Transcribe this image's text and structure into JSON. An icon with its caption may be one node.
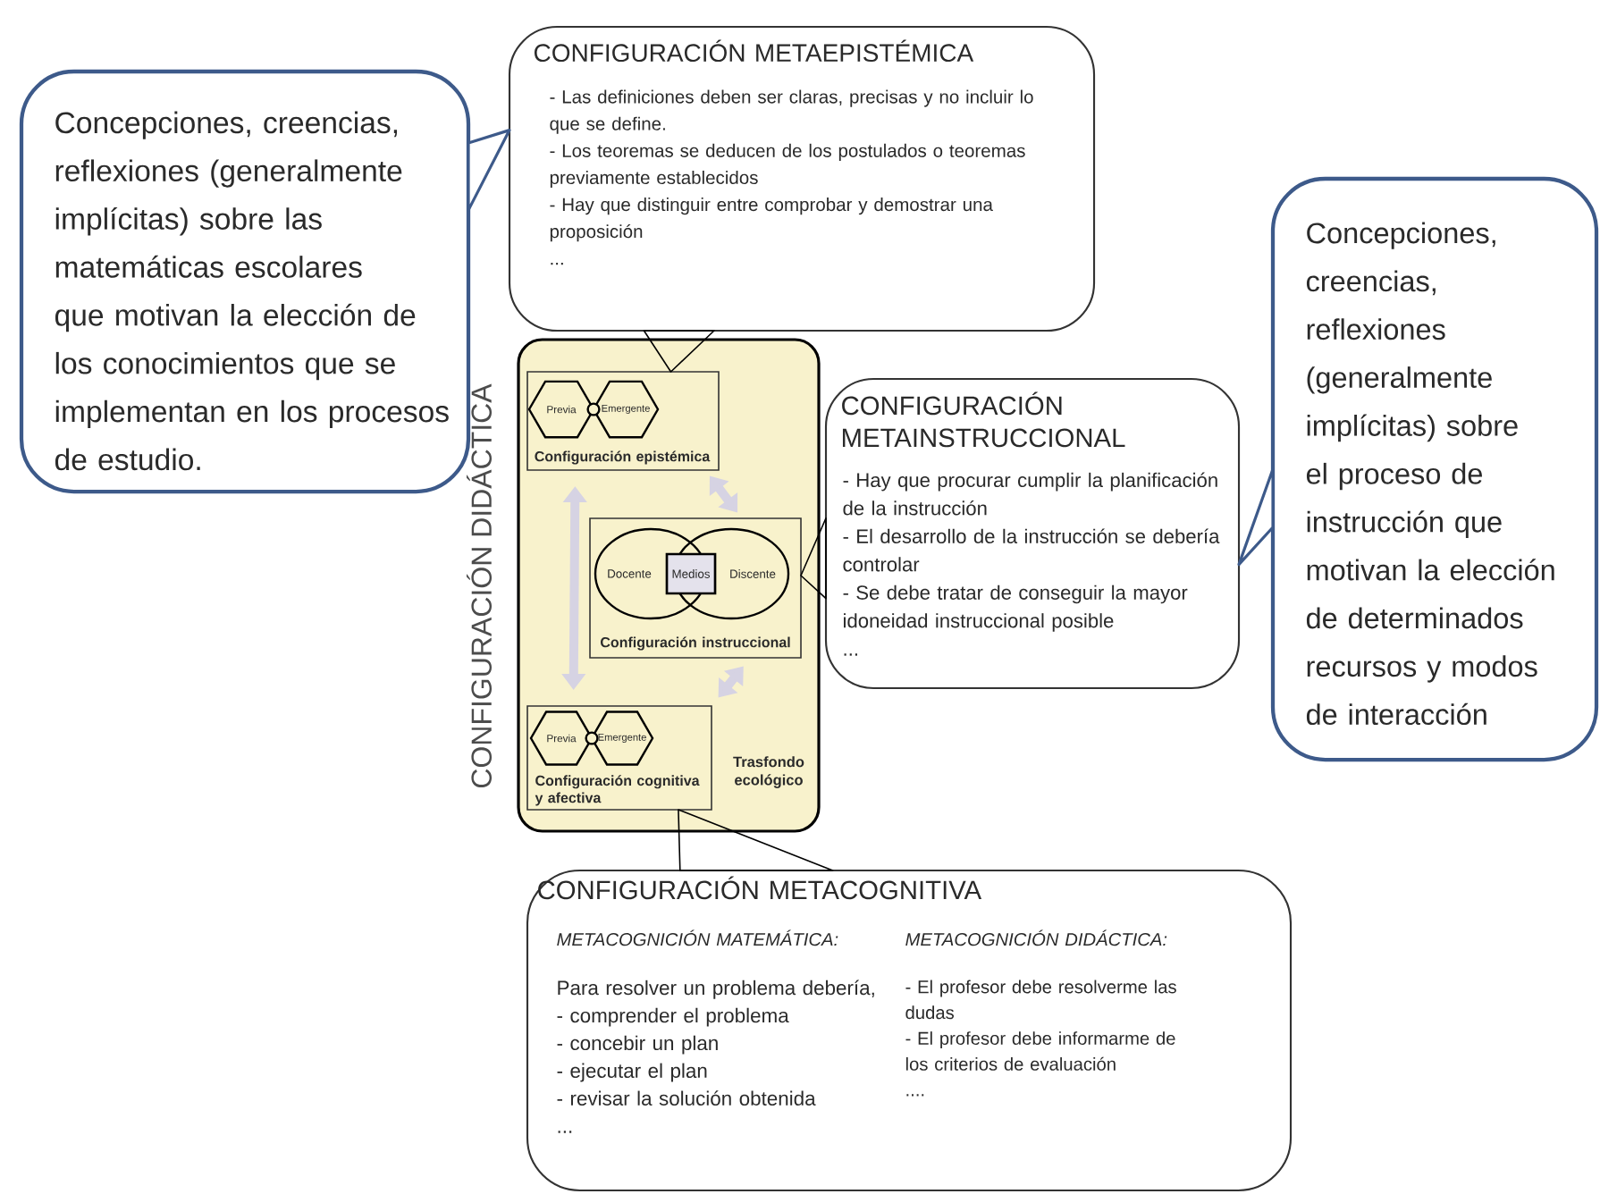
{
  "diagram": {
    "nodes": [
      {
        "text": [
          "Concepciones, creencias, reflexiones (generalmente implícitas) sobre las matemáticas escolares que motivan la elección de los conocimientos que se implementan en los procesos de estudio."
        ]
      },
      {
        "text": [
          "CONFIGURACIÓN METAEPISTÉMICA",
          "- Las definiciones deben ser claras, precisas y no incluir lo que se define.",
          "- Los teoremas se deducen de los postulados o teoremas previamente establecidos",
          "- Hay que distinguir entre comprobar y demostrar una proposición",
          "..."
        ]
      },
      {
        "text": [
          "Concepciones, creencias, reflexiones (generalmente implícitas) sobre el proceso de instrucción que motivan la elección de determinados recursos y modos de interacción"
        ]
      },
      {
        "text": [
          "CONFIGURACIÓN DIDÁCTICA",
          "Trasfondo ecológico"
        ]
      },
      {
        "text": [
          "Configuración epistémica"
        ],
        "in": 3
      },
      {
        "text": [
          "Previa"
        ],
        "in": 4
      },
      {
        "text": [
          "Emergente"
        ],
        "in": 4
      },
      {
        "text": [
          "Configuración instruccional"
        ],
        "in": 3
      },
      {
        "text": [
          "Docente"
        ],
        "in": 7
      },
      {
        "text": [
          "Discente"
        ],
        "in": 7
      },
      {
        "text": [
          "Medios"
        ],
        "in": 7
      },
      {
        "text": [
          "Configuración cognitiva y afectiva"
        ],
        "in": 3
      },
      {
        "text": [
          "Previa"
        ],
        "in": 11
      },
      {
        "text": [
          "Emergente"
        ],
        "in": 11
      },
      {
        "text": [
          "CONFIGURACIÓN METAINSTRUCCIONAL",
          "- Hay que procurar cumplir la planificación de la instrucción",
          "- El desarrollo de la instrucción se debería controlar",
          "- Se debe tratar de conseguir la mayor idoneidad instruccional posible",
          "..."
        ]
      },
      {
        "text": [
          "CONFIGURACIÓN METACOGNITIVA",
          "METACOGNICIÓN MATEMÁTICA:",
          "METACOGNICIÓN DIDÁCTICA:",
          "Para resolver un problema debería,",
          "- comprender el problema",
          "- concebir un plan",
          "- ejecutar el plan",
          "- revisar la solución obtenida",
          "...",
          "- El profesor debe resolverme las dudas",
          "- El profesor debe informarme de los criterios de evaluación",
          "...."
        ]
      }
    ],
    "edges": [
      {
        "from": 0,
        "to": 1,
        "arrow": "none",
        "color": "#3d5a8a"
      },
      {
        "from": 2,
        "to": 14,
        "arrow": "none",
        "color": "#3d5a8a"
      },
      {
        "from": 1,
        "to": 4,
        "arrow": "none"
      },
      {
        "from": 14,
        "to": 7,
        "arrow": "none"
      },
      {
        "from": 15,
        "to": 11,
        "arrow": "none"
      },
      {
        "from": 4,
        "to": 11,
        "arrow": "both",
        "style": "thick",
        "color": "#d6d3e3"
      },
      {
        "from": 4,
        "to": 7,
        "arrow": "both",
        "style": "thick",
        "color": "#d6d3e3"
      },
      {
        "from": 7,
        "to": 11,
        "arrow": "both",
        "style": "thick",
        "color": "#d6d3e3"
      }
    ]
  }
}
